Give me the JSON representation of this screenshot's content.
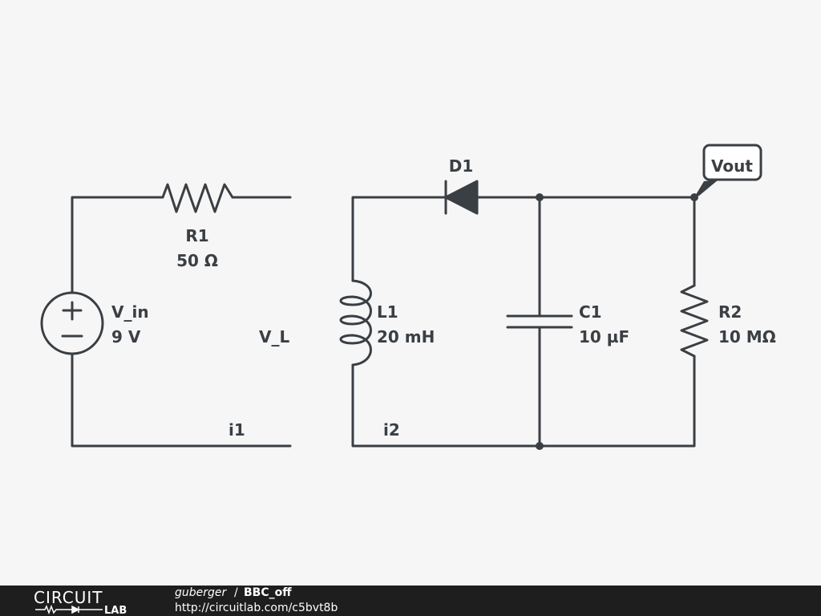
{
  "components": {
    "r1": {
      "name": "R1",
      "value": "50 Ω"
    },
    "v_in": {
      "name": "V_in",
      "value": "9 V"
    },
    "v_l": {
      "label": "V_L"
    },
    "l1": {
      "name": "L1",
      "value": "20 mH"
    },
    "d1": {
      "name": "D1"
    },
    "c1": {
      "name": "C1",
      "value": "10 µF"
    },
    "r2": {
      "name": "R2",
      "value": "10 MΩ"
    },
    "vout": {
      "label": "Vout"
    },
    "i1": {
      "label": "i1"
    },
    "i2": {
      "label": "i2"
    }
  },
  "footer": {
    "logo_top": "CIRCUIT",
    "logo_bottom": "LAB",
    "user": "guberger",
    "separator": "/",
    "title": "BBC_off",
    "url": "http://circuitlab.com/c5bvt8b"
  },
  "colors": {
    "wire": "#3a3f44",
    "background": "#f6f6f6",
    "footer": "#1e1e1e"
  }
}
